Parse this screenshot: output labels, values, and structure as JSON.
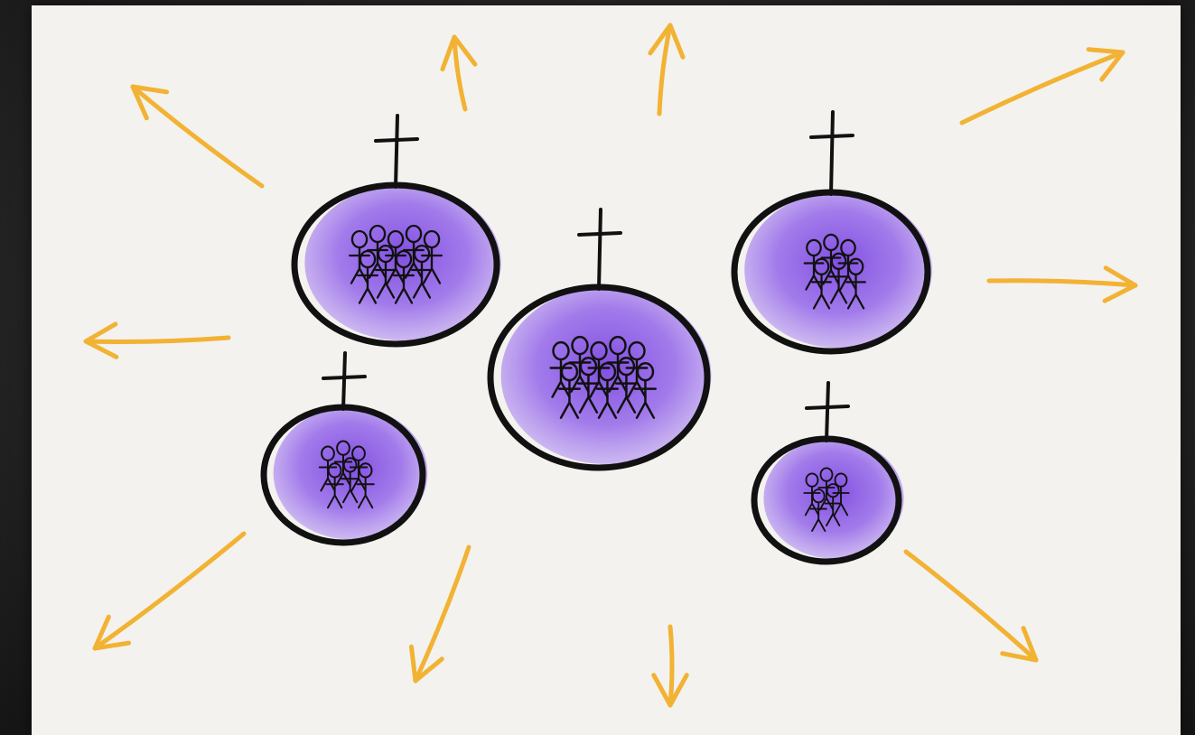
{
  "colors": {
    "background": "#2b2b2b",
    "paper": "#f3f2ee",
    "ink": "#111111",
    "arrow": "#f2b233",
    "church_fill": "#8a5ae6"
  },
  "churches": [
    {
      "id": "top-left",
      "people": 9
    },
    {
      "id": "center",
      "people": 10
    },
    {
      "id": "top-right",
      "people": 6
    },
    {
      "id": "bottom-left",
      "people": 6
    },
    {
      "id": "bottom-right",
      "people": 5
    }
  ],
  "arrows": [
    "up-left",
    "up-small",
    "up",
    "up-right",
    "right",
    "left",
    "down-left",
    "down-small",
    "down",
    "down-right"
  ],
  "icons": [
    "cross-icon",
    "stick-figure-icon",
    "arrow-icon"
  ]
}
